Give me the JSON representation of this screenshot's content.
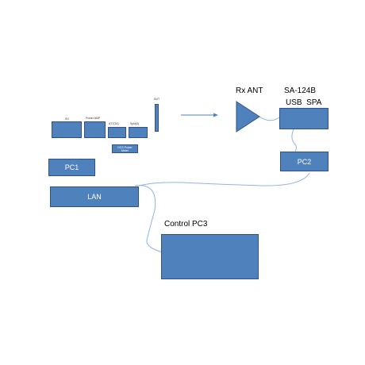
{
  "colors": {
    "block_fill": "#4f81bd",
    "block_border": "#2f528f",
    "cable": "#8eb4e3"
  },
  "small_labels": {
    "sg": "SG",
    "power_amp": "Power AMP",
    "attenuator": "ATT(30)",
    "splitter": "Split(3)",
    "power_meter": "DCS Power Meter",
    "dut": "DUT"
  },
  "rx_ant": "Rx ANT",
  "spa": {
    "line1": "SA-124B",
    "line2": "USB  SPA"
  },
  "pc1": "PC1",
  "pc2": "PC2",
  "lan": "LAN",
  "control_pc3": "Control PC3"
}
